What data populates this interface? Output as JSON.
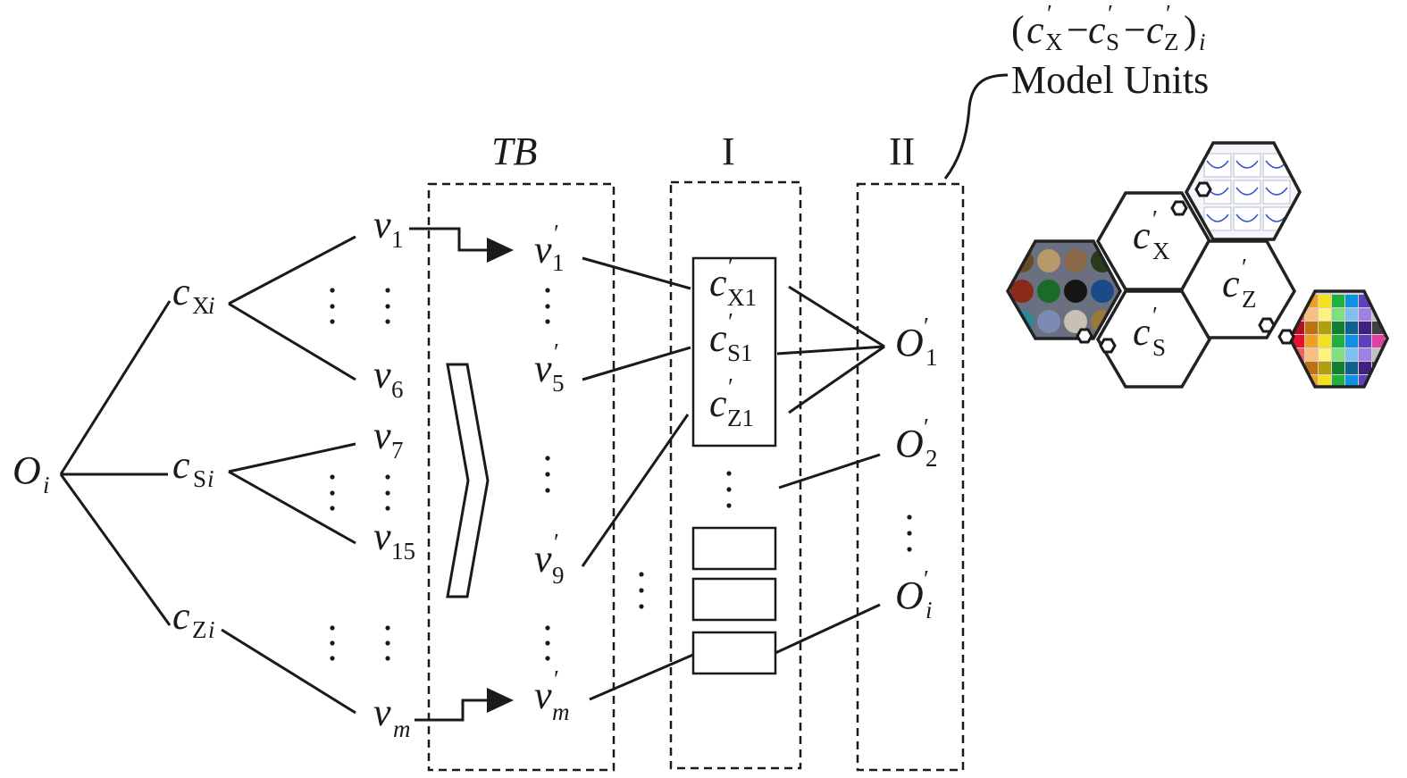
{
  "root": {
    "base": "O",
    "sub": "i"
  },
  "categories": [
    {
      "id": "x",
      "base": "c",
      "sub": "X",
      "subi": "i"
    },
    {
      "id": "s",
      "base": "c",
      "sub": "S",
      "subi": "i"
    },
    {
      "id": "z",
      "base": "c",
      "sub": "Z",
      "subi": "i"
    }
  ],
  "variables": [
    {
      "id": "v1",
      "base": "v",
      "sub": "1"
    },
    {
      "id": "v6",
      "base": "v",
      "sub": "6"
    },
    {
      "id": "v7",
      "base": "v",
      "sub": "7"
    },
    {
      "id": "v15",
      "base": "v",
      "sub": "15"
    },
    {
      "id": "vm",
      "base": "v",
      "sub": "m"
    }
  ],
  "transformed": [
    {
      "id": "v1p",
      "base": "v",
      "prime": "′",
      "sub": "1"
    },
    {
      "id": "v5p",
      "base": "v",
      "prime": "′",
      "sub": "5"
    },
    {
      "id": "v9p",
      "base": "v",
      "prime": "′",
      "sub": "9"
    },
    {
      "id": "vmp",
      "base": "v",
      "prime": "′",
      "sub": "m"
    }
  ],
  "layers": {
    "tb": "TB",
    "one": "I",
    "two": "II"
  },
  "unit_box": [
    {
      "id": "cx1",
      "base": "c",
      "prime": "′",
      "sub": "X1"
    },
    {
      "id": "cs1",
      "base": "c",
      "prime": "′",
      "sub": "S1"
    },
    {
      "id": "cz1",
      "base": "c",
      "prime": "′",
      "sub": "Z1"
    }
  ],
  "outputs": [
    {
      "id": "o1",
      "base": "O",
      "prime": "′",
      "sub": "1"
    },
    {
      "id": "o2",
      "base": "O",
      "prime": "′",
      "sub": "2"
    },
    {
      "id": "oi",
      "base": "O",
      "prime": "′",
      "sub": "i"
    }
  ],
  "model_units": {
    "formula_open": "(",
    "c1": "c",
    "p1": "′",
    "s1": "X",
    "dash1": "−",
    "c2": "c",
    "p2": "′",
    "s2": "S",
    "dash2": "−",
    "c3": "c",
    "p3": "′",
    "s3": "Z",
    "formula_close": ")",
    "formula_sub": "i",
    "caption": "Model Units"
  },
  "hexagons": [
    {
      "id": "hx",
      "base": "c",
      "prime": "′",
      "sub": "X"
    },
    {
      "id": "hz",
      "base": "c",
      "prime": "′",
      "sub": "Z"
    },
    {
      "id": "hs",
      "base": "c",
      "prime": "′",
      "sub": "S"
    }
  ],
  "colors": {
    "ink": "#1a1a1a",
    "thumb_plot_bg": "#f4f6fb",
    "thumb_plot_line": "#3355cc",
    "material_swatches": [
      "#6b4a2a",
      "#b89a6a",
      "#8a6a4a",
      "#2a3a1a",
      "#8a2a1a",
      "#1a6a2a",
      "#151515",
      "#1a4a8a",
      "#2a8a9a",
      "#7a8ab0",
      "#c8c0b0",
      "#9a7a3a"
    ],
    "palette_swatches": [
      "#e8102a",
      "#f0a020",
      "#f5e020",
      "#20b040",
      "#1090e0",
      "#6040c0",
      "#e040a0",
      "#f06060",
      "#f8c080",
      "#fff080",
      "#80e080",
      "#80c0f0",
      "#a080e0",
      "#c0c0c0",
      "#b01020",
      "#c07010",
      "#b0a010",
      "#108030",
      "#106090",
      "#402080",
      "#404040"
    ]
  }
}
